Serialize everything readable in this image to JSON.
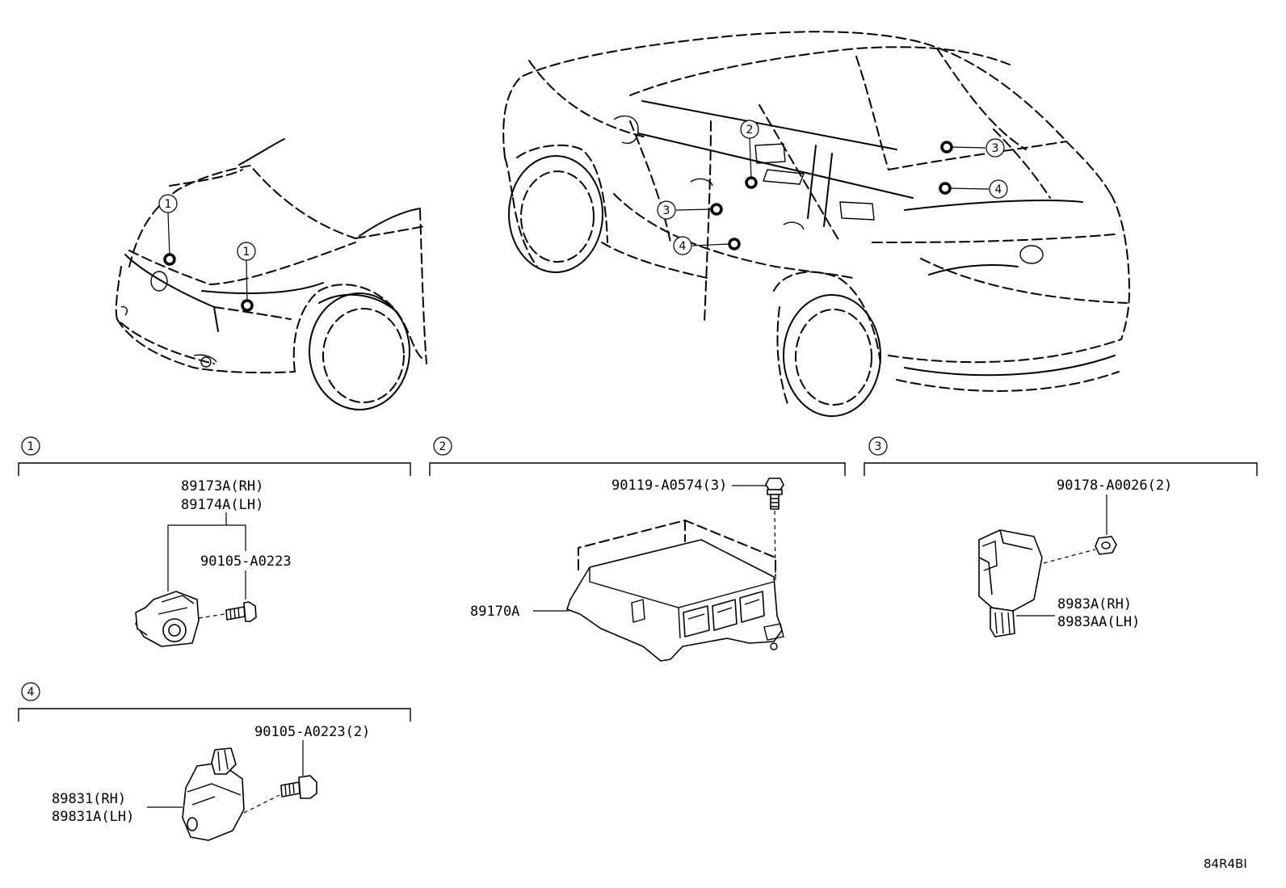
{
  "callout_numbers": [
    "1",
    "2",
    "3",
    "4"
  ],
  "sections": {
    "s1": {
      "number": "1",
      "sensor_rh": "89173A(RH)",
      "sensor_lh": "89174A(LH)",
      "bolt": "90105-A0223"
    },
    "s2": {
      "number": "2",
      "bolt": "90119-A0574(3)",
      "ecu": "89170A"
    },
    "s3": {
      "number": "3",
      "nut": "90178-A0026(2)",
      "sensor_rh": "8983A(RH)",
      "sensor_lh": "8983AA(LH)"
    },
    "s4": {
      "number": "4",
      "bolt": "90105-A0223(2)",
      "sensor_rh": "89831(RH)",
      "sensor_lh": "89831A(LH)"
    }
  },
  "illustration_code": "84R4BI"
}
